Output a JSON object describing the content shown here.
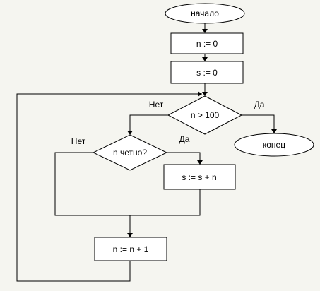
{
  "flowchart": {
    "nodes": {
      "start": "начало",
      "init_n": "n := 0",
      "init_s": "s := 0",
      "cond_main": "n > 100",
      "end": "конец",
      "cond_even": "n четно?",
      "add_s": "s := s + n",
      "inc_n": "n := n + 1"
    },
    "edge_labels": {
      "main_no": "Нет",
      "main_yes": "Да",
      "even_no": "Нет",
      "even_yes": "Да"
    }
  },
  "colors": {
    "background": "#f5f5f0",
    "shape_fill": "#ffffff",
    "stroke": "#000000"
  }
}
